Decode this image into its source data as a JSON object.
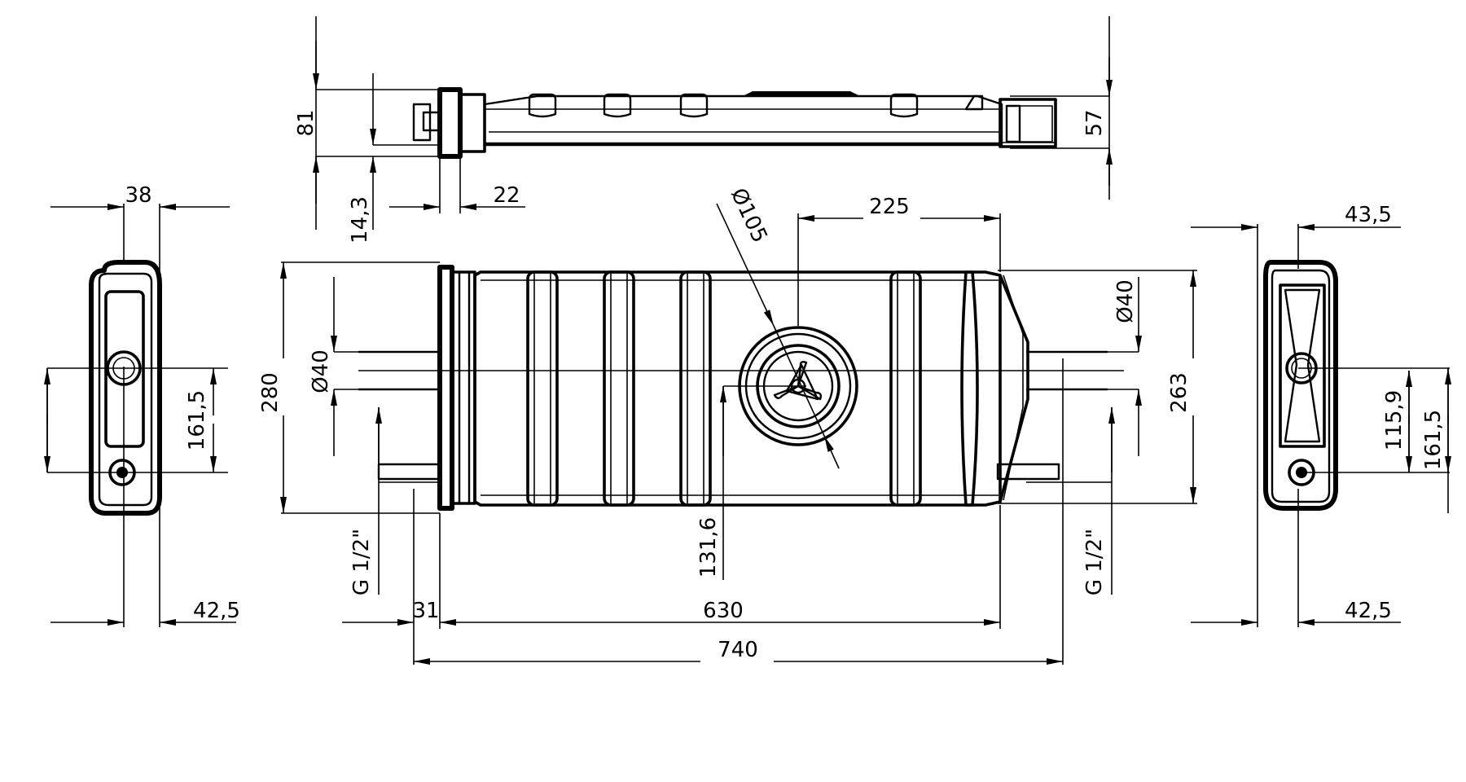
{
  "drawing": {
    "top_view": {
      "dim_height_total": "81",
      "dim_height_right": "57",
      "dim_offset": "14,3",
      "dim_flange": "22"
    },
    "front_view": {
      "dim_outlet_diameter": "Ø105",
      "dim_outlet_offset": "225",
      "dim_height_left": "280",
      "dim_pipe_left": "Ø40",
      "dim_pipe_right": "Ø40",
      "dim_height_right": "263",
      "dim_thread_left": "G 1/2\"",
      "dim_thread_right": "G 1/2\"",
      "dim_outlet_height": "131,6",
      "dim_flange_width": "31",
      "dim_body_length": "630",
      "dim_total_length": "740"
    },
    "left_view": {
      "dim_width_top": "38",
      "dim_width_bottom": "42,5",
      "dim_hole_spacing": "161,5"
    },
    "right_view": {
      "dim_width_top": "43,5",
      "dim_width_bottom": "42,5",
      "dim_inner": "115,9",
      "dim_hole_spacing": "161,5"
    }
  }
}
